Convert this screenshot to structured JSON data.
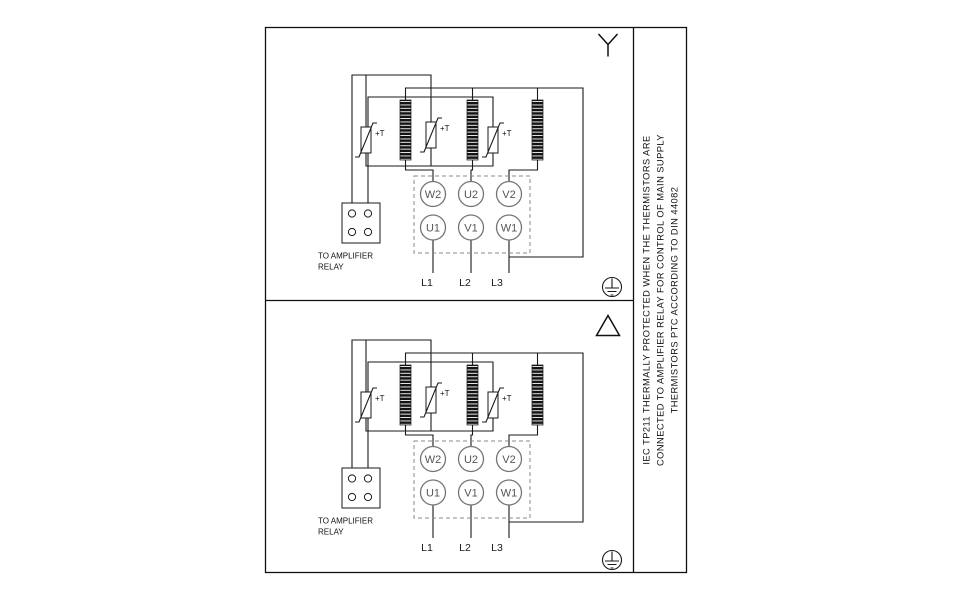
{
  "frame": {
    "background": "#ffffff",
    "line_color": "#1a1a1a"
  },
  "panels": [
    {
      "connection": "star",
      "terminals_top": [
        "W2",
        "U2",
        "V2"
      ],
      "terminals_bottom": [
        "U1",
        "V1",
        "W1"
      ],
      "supply_lines": [
        "L1",
        "L2",
        "L3"
      ],
      "thermistor_label": "+T",
      "relay_label_line1": "TO AMPLIFIER",
      "relay_label_line2": "RELAY"
    },
    {
      "connection": "delta",
      "terminals_top": [
        "W2",
        "U2",
        "V2"
      ],
      "terminals_bottom": [
        "U1",
        "V1",
        "W1"
      ],
      "supply_lines": [
        "L1",
        "L2",
        "L3"
      ],
      "thermistor_label": "+T",
      "relay_label_line1": "TO AMPLIFIER",
      "relay_label_line2": "RELAY"
    }
  ],
  "side_note": {
    "line1": "IEC TP211 THERMALLY PROTECTED WHEN THE THERMISTORS ARE",
    "line2": "CONNECTED TO AMPLIFIER RELAY FOR CONTROL OF MAIN SUPPLY",
    "line3": "THERMISTORS PTC ACCORDING TO DIN 44082"
  }
}
